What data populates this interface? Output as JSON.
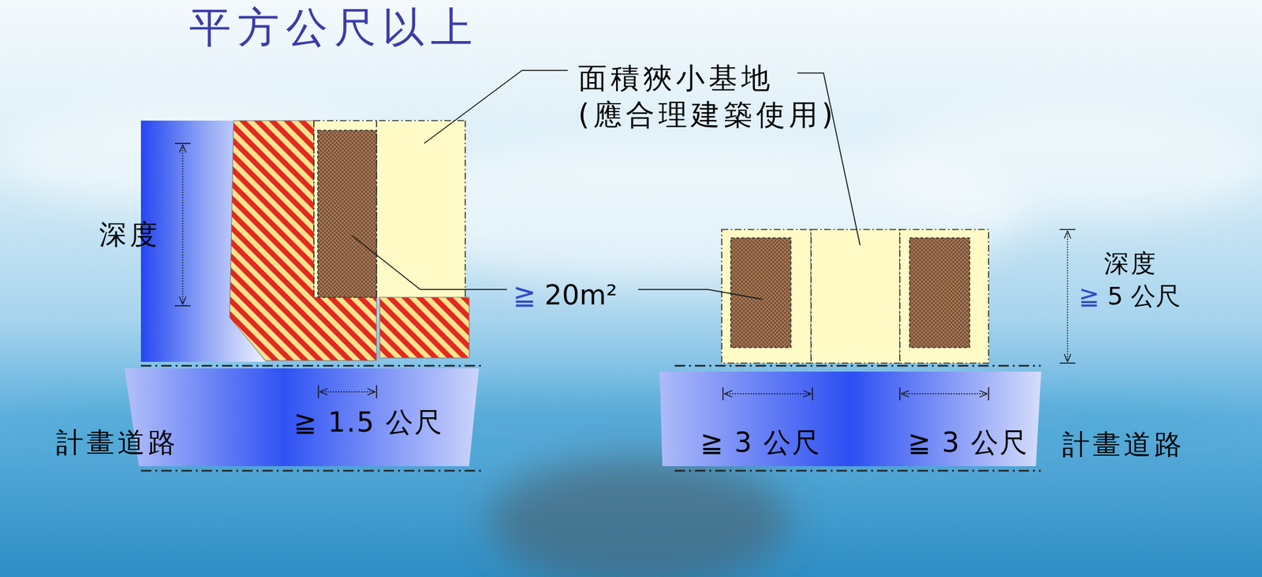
{
  "diagram": {
    "title": "平方公尺以上",
    "nodes": [
      {
        "text": [
          "≧ 1.5 公尺"
        ]
      },
      {
        "text": [
          "≧ 3 公尺",
          "≧ 3 公尺"
        ]
      }
    ],
    "labels": [
      "深度",
      "計畫道路",
      "面積狹小基地 (應合理建築使用)",
      "≧ 20m²",
      "計畫道路",
      "深度",
      "≧ 5 公尺"
    ]
  }
}
